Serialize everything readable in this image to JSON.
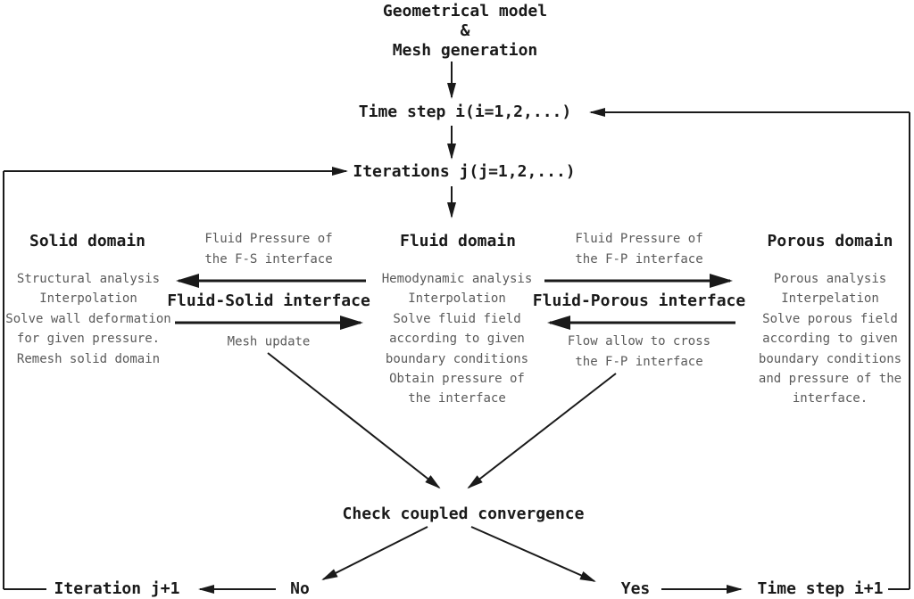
{
  "diagram": {
    "top_block": {
      "line1": "Geometrical model",
      "line2": "&",
      "line3": "Mesh generation"
    },
    "time_step": "Time step i(i=1,2,...)",
    "iterations": "Iterations j(j=1,2,...)",
    "solid_domain": {
      "title": "Solid domain",
      "lines": [
        "Structural analysis",
        "Interpolation",
        "Solve wall deformation",
        "for given pressure.",
        "Remesh solid domain"
      ]
    },
    "fs_interface": {
      "top_label_line1": "Fluid Pressure of",
      "top_label_line2": "the F-S interface",
      "title": "Fluid-Solid interface",
      "bottom_label": "Mesh update"
    },
    "fluid_domain": {
      "title": "Fluid domain",
      "lines": [
        "Hemodynamic analysis",
        "Interpolation",
        "Solve fluid field",
        "according to given",
        "boundary conditions",
        "Obtain pressure of",
        "the interface"
      ]
    },
    "fp_interface": {
      "top_label_line1": "Fluid Pressure of",
      "top_label_line2": "the F-P interface",
      "title": "Fluid-Porous interface",
      "bottom_label_line1": "Flow allow to cross",
      "bottom_label_line2": "the F-P interface"
    },
    "porous_domain": {
      "title": "Porous domain",
      "lines": [
        "Porous analysis",
        "Interpelation",
        "Solve porous field",
        "according to given",
        "boundary conditions",
        "and pressure of the",
        "interface."
      ]
    },
    "check": "Check coupled convergence",
    "no_label": "No",
    "yes_label": "Yes",
    "iteration_next": "Iteration j+1",
    "time_step_next": "Time step i+1"
  },
  "colors": {
    "heading_text": "#1a1a1a",
    "body_text": "#5a5a5a",
    "line": "#1a1a1a",
    "background": "#ffffff"
  }
}
